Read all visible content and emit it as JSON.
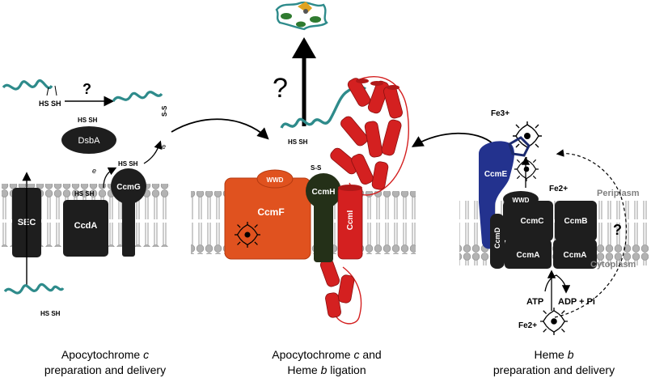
{
  "panels": {
    "left": {
      "unknown_step": "?",
      "periplasm_enzyme": "DsbA",
      "membrane_proteins": [
        "SEC",
        "CcdA",
        "CcmG"
      ],
      "thiol_label": "HS SH",
      "disulfide_label": "S-S",
      "electron_label": "e",
      "caption_line1_prefix": "Apocytochrome ",
      "caption_line1_italic": "c",
      "caption_line2": "preparation and delivery"
    },
    "center": {
      "unknown_step": "?",
      "motif": "WWD",
      "proteins": [
        "CcmF",
        "CcmH",
        "CcmI"
      ],
      "thiol_label": "HS SH",
      "disulfide_label": "S-S",
      "caption_line1_prefix": "Apocytochrome ",
      "caption_line1_italic": "c",
      "caption_line1_suffix": " and",
      "caption_line2_prefix": "Heme ",
      "caption_line2_italic": "b",
      "caption_line2_suffix": " ligation"
    },
    "right": {
      "proteins": [
        "CcmE",
        "CcmC",
        "CcmB",
        "CcmD",
        "CcmA",
        "CcmA"
      ],
      "motif": "WWD",
      "iron_3": "Fe3+",
      "iron_2": "Fe2+",
      "iron_2_cyto": "Fe2+",
      "periplasm_label": "Periplasm",
      "cytoplasm_label": "Cytoplasm",
      "atp_label": "ATP",
      "adp_label": "ADP + Pi",
      "unknown_step": "?",
      "caption_line1_prefix": "Heme ",
      "caption_line1_italic": "b",
      "caption_line2": "preparation and delivery"
    }
  },
  "colors": {
    "black_protein": "#1e1e1e",
    "ccmf_orange": "#e0521f",
    "ccmh_dark": "#243018",
    "ccmi_red": "#d42020",
    "ccme_blue": "#23328e",
    "chain_teal": "#2e8b8b",
    "lipid_gray": "#a8a8a8"
  }
}
